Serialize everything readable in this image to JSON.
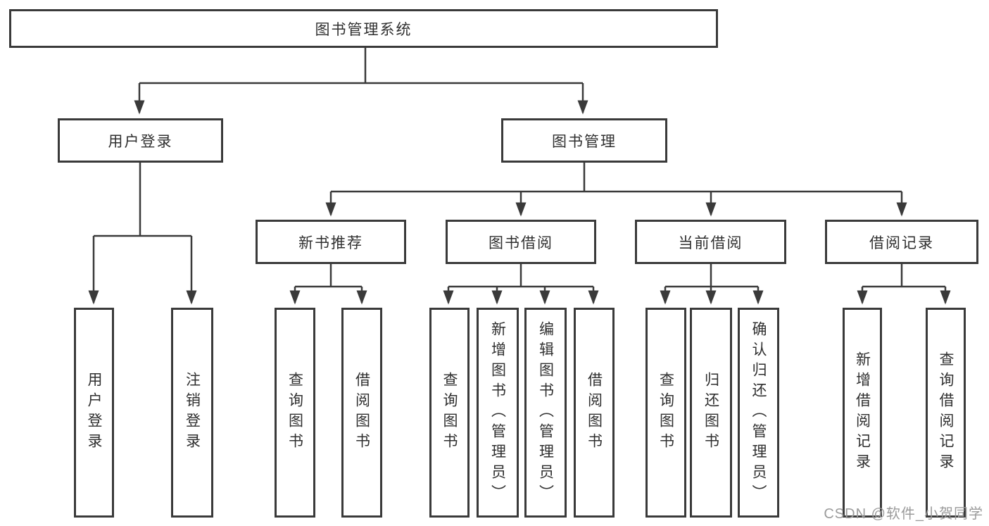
{
  "diagram": {
    "colors": {
      "line": "#3a3a3a",
      "text": "#2f2f2f",
      "watermark": "#9b9b9b",
      "background": "#ffffff"
    },
    "watermark": "CSDN @软件_小贺同学"
  },
  "tree": {
    "label": "图书管理系统",
    "children": [
      {
        "label": "用户登录",
        "children": [
          {
            "label": "用户登录"
          },
          {
            "label": "注销登录"
          }
        ]
      },
      {
        "label": "图书管理",
        "children": [
          {
            "label": "新书推荐",
            "children": [
              {
                "label": "查询图书"
              },
              {
                "label": "借阅图书"
              }
            ]
          },
          {
            "label": "图书借阅",
            "children": [
              {
                "label": "查询图书"
              },
              {
                "label": "新增图书（管理员）"
              },
              {
                "label": "编辑图书（管理员）"
              },
              {
                "label": "借阅图书"
              }
            ]
          },
          {
            "label": "当前借阅",
            "children": [
              {
                "label": "查询图书"
              },
              {
                "label": "归还图书"
              },
              {
                "label": "确认归还（管理员）"
              }
            ]
          },
          {
            "label": "借阅记录",
            "children": [
              {
                "label": "新增借阅记录"
              },
              {
                "label": "查询借阅记录"
              }
            ]
          }
        ]
      }
    ]
  }
}
